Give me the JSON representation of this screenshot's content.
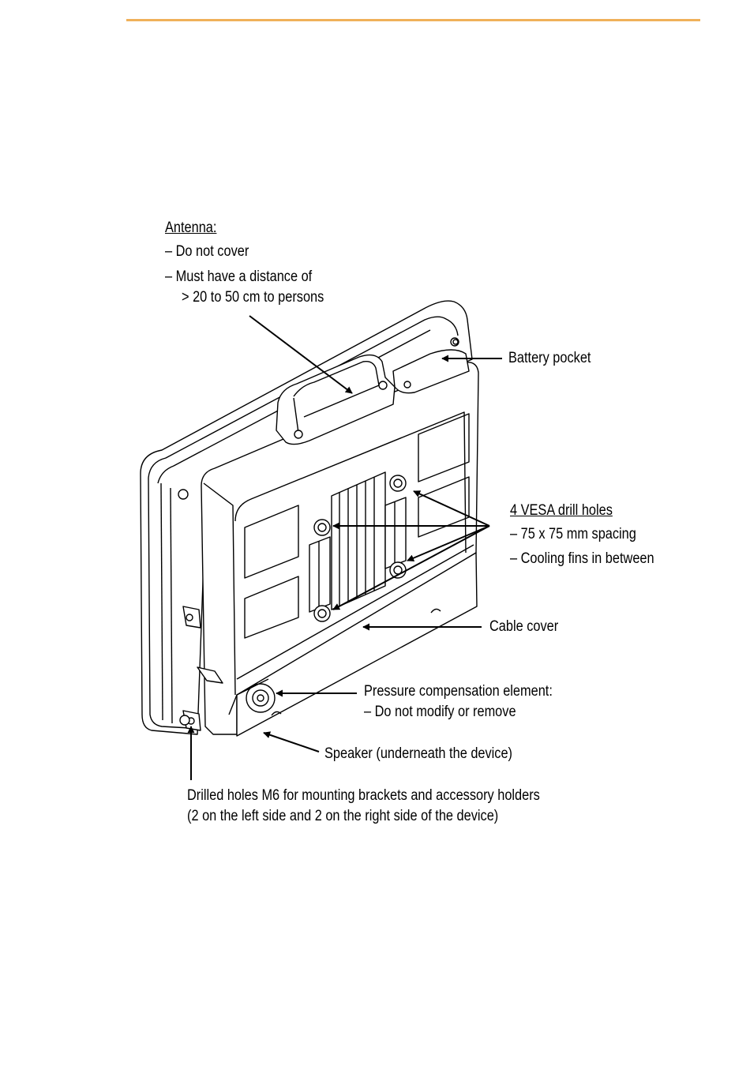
{
  "annotations": {
    "antenna": {
      "heading": "Antenna:",
      "item1": "– Do not cover",
      "item2_line1": "– Must have a distance of",
      "item2_line2": "> 20 to 50 cm to persons"
    },
    "battery_pocket": "Battery pocket",
    "vesa": {
      "heading": "4 VESA drill holes",
      "item1": "– 75 x 75 mm spacing",
      "item2": "– Cooling fins in between"
    },
    "cable_cover": "Cable cover",
    "pressure": {
      "line1": "Pressure compensation element:",
      "line2": "– Do not modify or remove"
    },
    "speaker": "Speaker (underneath the device)",
    "drilled_holes": {
      "line1": "Drilled holes M6 for mounting brackets and accessory holders",
      "line2": "(2 on the left side and 2 on the right side of the device)"
    }
  },
  "colors": {
    "header_rule": "#f0b15a",
    "line": "#000000"
  }
}
